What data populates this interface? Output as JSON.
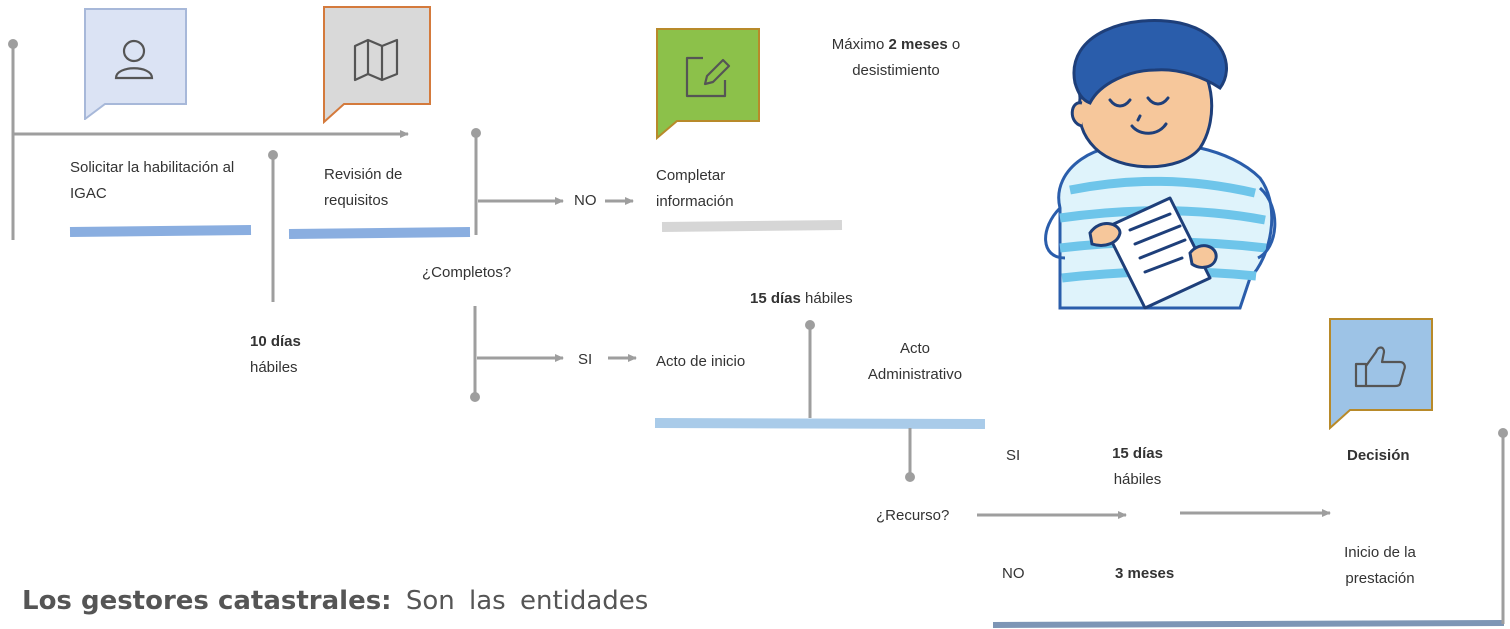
{
  "colors": {
    "line": "#9e9e9e",
    "blue_bar": "#8aaee0",
    "light_blue_bar": "#a9cbe9",
    "gray_bar": "#d6d6d6",
    "dark_bar": "#7d95b5",
    "bubble_person": "#dbe3f4",
    "bubble_map_fill": "#d9d9d9",
    "bubble_map_border": "#d47a3c",
    "bubble_edit_fill": "#8cc14a",
    "bubble_edit_border": "#b88a2a",
    "bubble_thumb_fill": "#9dc3e6",
    "bubble_thumb_border": "#b88a2a"
  },
  "icons": [
    "person-icon",
    "map-icon",
    "edit-icon",
    "thumbs-up-icon",
    "person-reading-illustration"
  ],
  "steps": {
    "solicitar": "Solicitar la habilitación al IGAC",
    "revision": "Revisión de requisitos",
    "diez_dias_num": "10 días",
    "diez_dias_unit": "hábiles",
    "completos_q": "¿Completos?",
    "no_label": "NO",
    "si_label": "SI",
    "completar": "Completar información",
    "maximo_pre": "Máximo ",
    "maximo_bold": "2 meses",
    "maximo_post": " o desistimiento",
    "acto_inicio": "Acto de inicio",
    "quince_dias_bold": "15 días",
    "quince_dias_unit": " hábiles",
    "acto_admin": "Acto Administrativo",
    "recurso_q": "¿Recurso?",
    "si_recurso": "SI",
    "no_recurso": "NO",
    "quince_dias2_bold": "15 días",
    "quince_dias2_unit": "hábiles",
    "tres_meses": "3 meses",
    "decision": "Decisión",
    "inicio_prestacion": "Inicio de la prestación"
  },
  "footer": {
    "bold": "Los gestores catastrales:",
    "text": " Son las entidades"
  }
}
